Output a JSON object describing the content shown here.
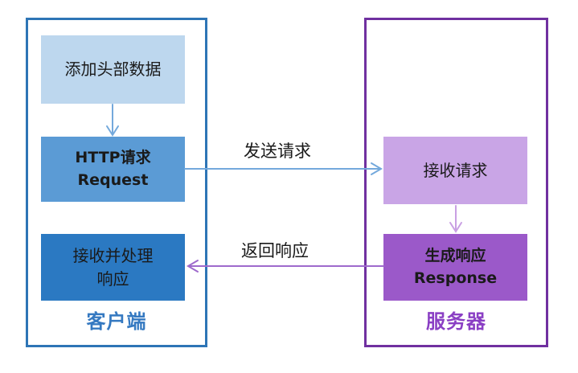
{
  "client": {
    "label": "客户端",
    "boxes": [
      {
        "label": "添加头部数据"
      },
      {
        "line1": "HTTP请求",
        "line2": "Request"
      },
      {
        "line1": "接收并处理",
        "line2": "响应"
      }
    ]
  },
  "server": {
    "label": "服务器",
    "boxes": [
      {
        "label": "接收请求"
      },
      {
        "line1": "生成响应",
        "line2": "Response"
      }
    ]
  },
  "arrows": {
    "send_label": "发送请求",
    "return_label": "返回响应"
  },
  "colors": {
    "client_border": "#2E75B6",
    "client_box_light": "#BDD7EE",
    "client_box_mid": "#5B9BD5",
    "client_box_dark": "#2B79C2",
    "client_label": "#3579C1",
    "server_border": "#7030A0",
    "server_box_light": "#C9A5E6",
    "server_box_dark": "#9B59C9",
    "server_label": "#8A3FC4",
    "blue_arrow": "#74A9DC",
    "light_purple_arrow": "#C9A0E3",
    "purple_arrow": "#9E6ACC"
  }
}
